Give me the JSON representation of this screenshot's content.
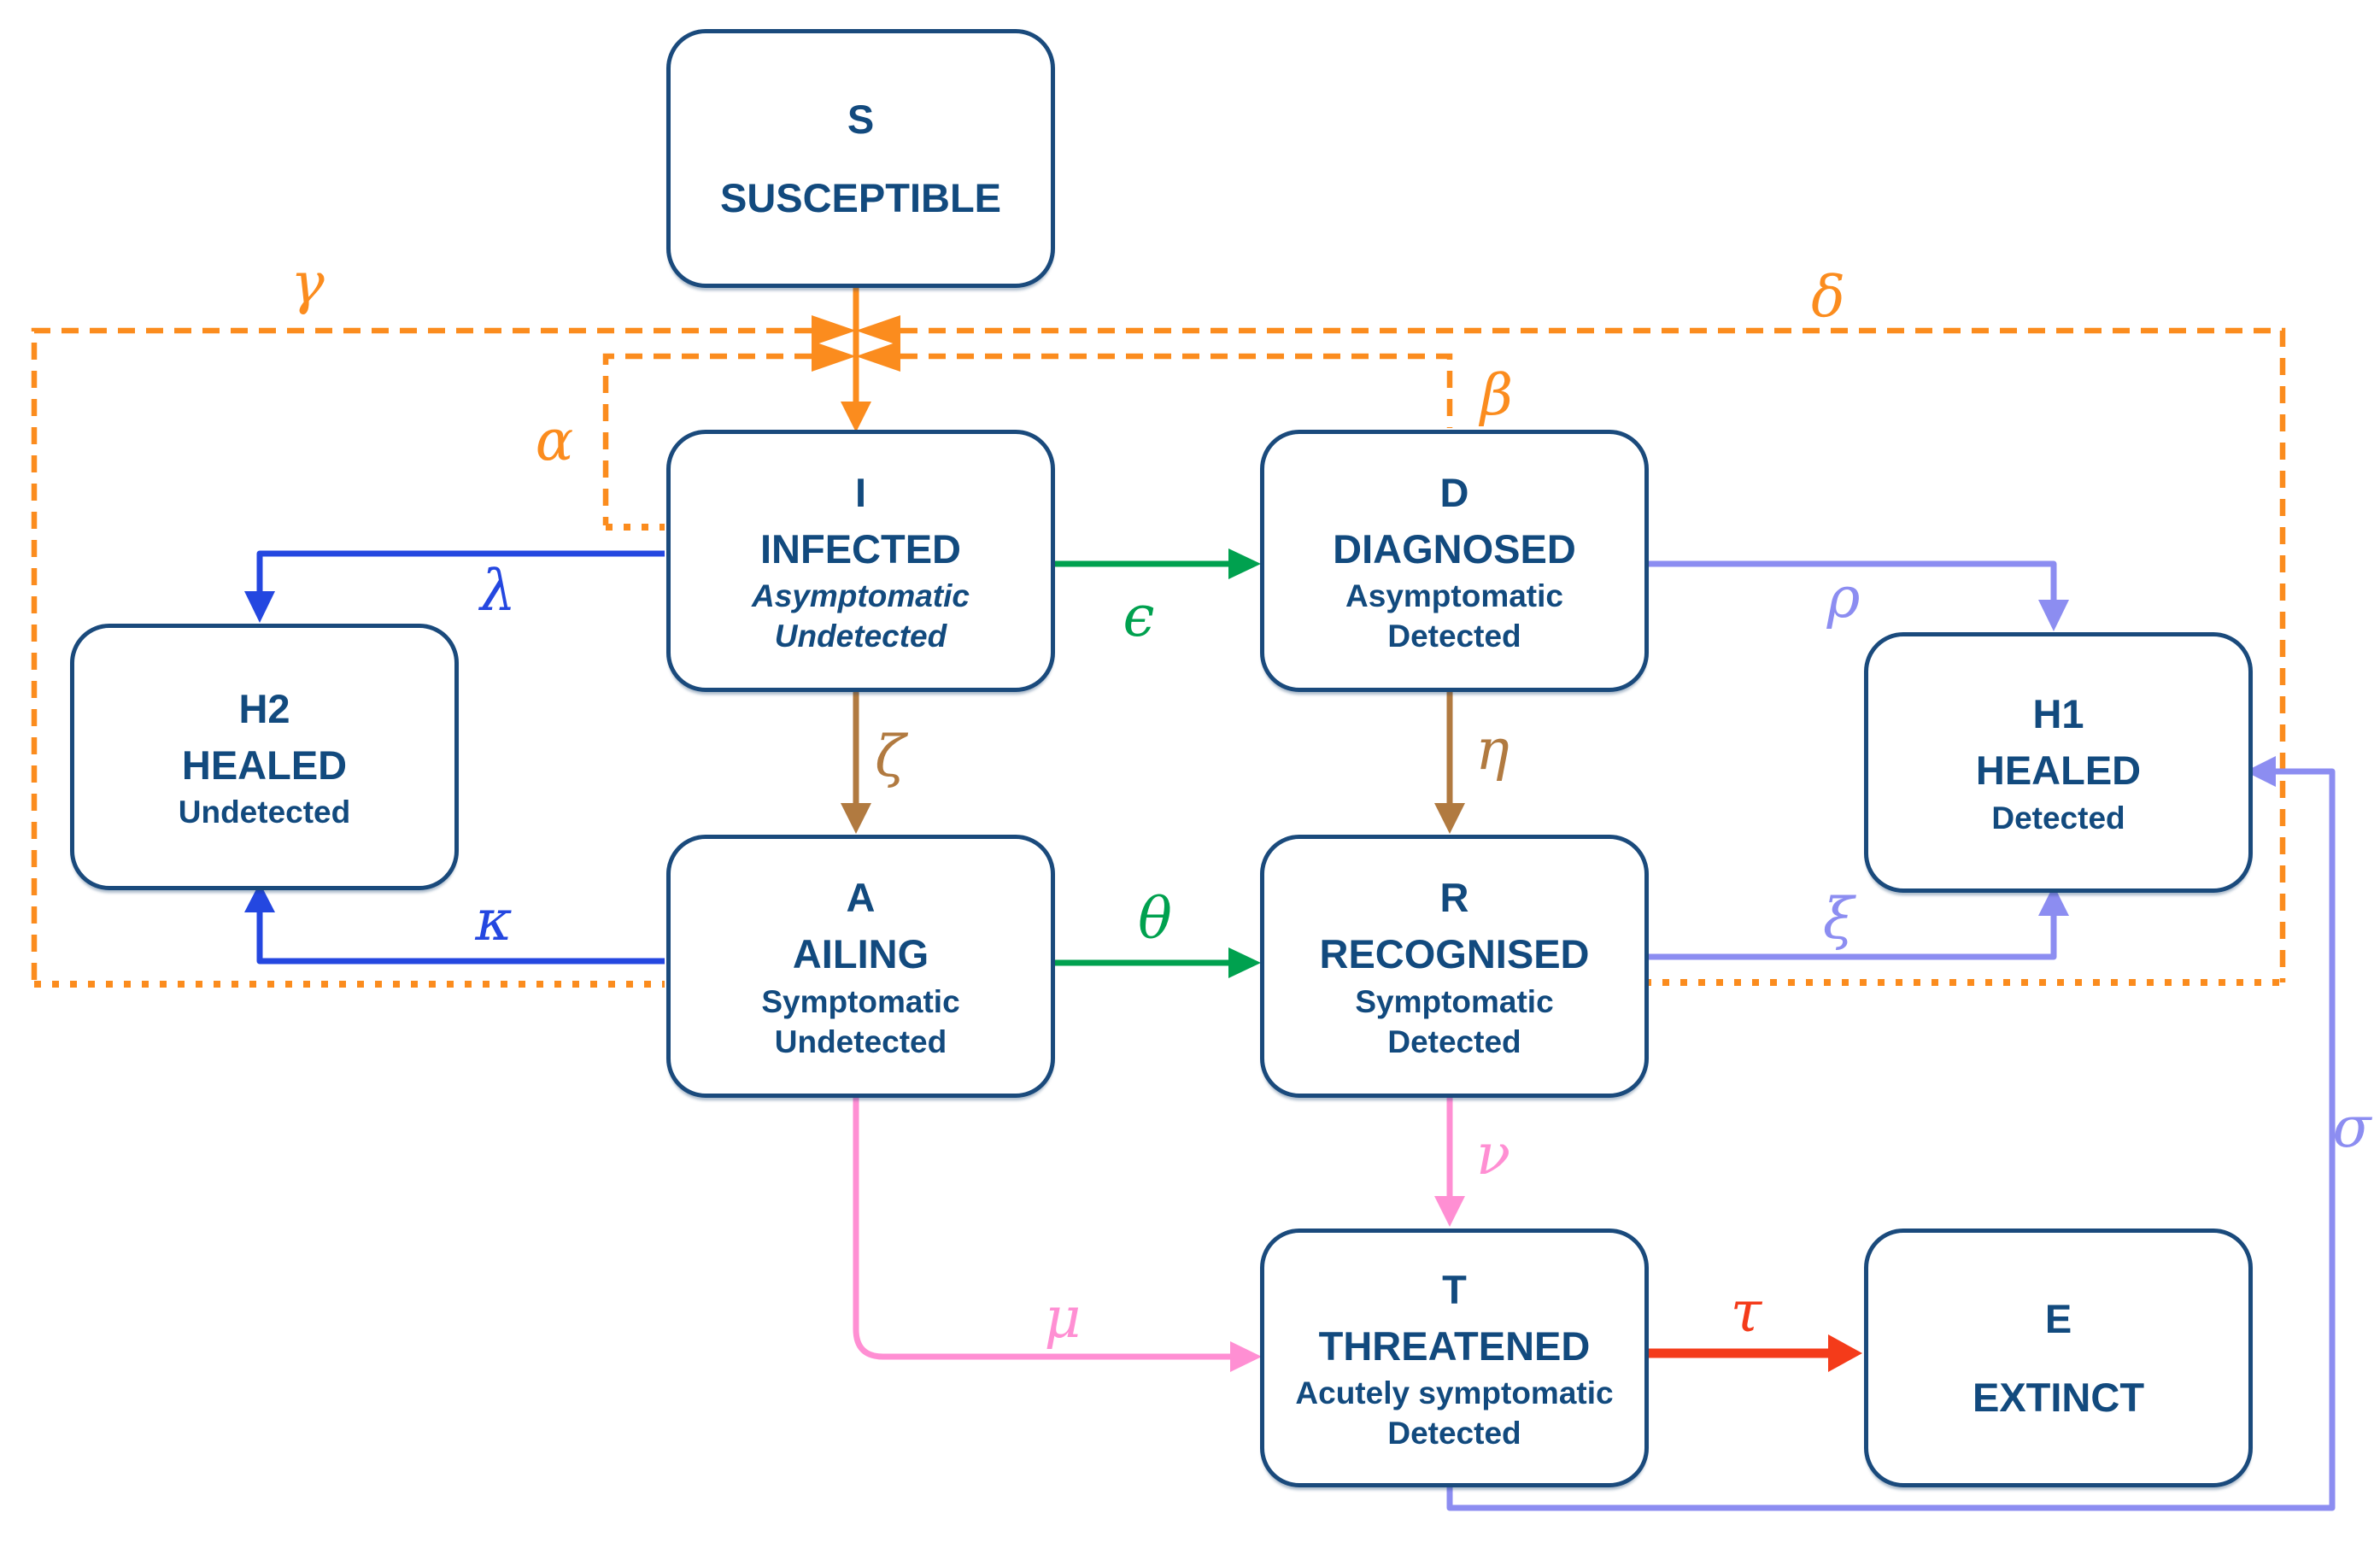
{
  "diagram": {
    "background": "#ffffff",
    "colors": {
      "navy_border": "#1a4a7c",
      "navy_text": "#124a7e",
      "orange": "#fb8c1e",
      "green": "#00a14f",
      "brown": "#b17a40",
      "blue": "#2447e0",
      "periwinkle": "#8c8df1",
      "pink": "#ff8fd3",
      "red": "#f43b1a"
    },
    "nodes": {
      "S": {
        "letter": "S",
        "name": "SUSCEPTIBLE"
      },
      "I": {
        "letter": "I",
        "name": "INFECTED",
        "sub1": "Asymptomatic",
        "sub2": "Undetected"
      },
      "D": {
        "letter": "D",
        "name": "DIAGNOSED",
        "sub1": "Asymptomatic",
        "sub2": "Detected"
      },
      "A": {
        "letter": "A",
        "name": "AILING",
        "sub1": "Symptomatic",
        "sub2": "Undetected"
      },
      "R": {
        "letter": "R",
        "name": "RECOGNISED",
        "sub1": "Symptomatic",
        "sub2": "Detected"
      },
      "T": {
        "letter": "T",
        "name": "THREATENED",
        "sub1": "Acutely symptomatic",
        "sub2": "Detected"
      },
      "H1": {
        "letter": "H1",
        "name": "HEALED",
        "sub1": "Detected"
      },
      "H2": {
        "letter": "H2",
        "name": "HEALED",
        "sub1": "Undetected"
      },
      "E": {
        "letter": "E",
        "name": "EXTINCT"
      }
    },
    "edges": {
      "alpha": {
        "symbol": "α"
      },
      "beta": {
        "symbol": "β"
      },
      "gamma": {
        "symbol": "γ"
      },
      "delta": {
        "symbol": "δ"
      },
      "epsilon": {
        "symbol": "ϵ"
      },
      "zeta": {
        "symbol": "ζ"
      },
      "eta": {
        "symbol": "η"
      },
      "theta": {
        "symbol": "θ"
      },
      "lambda": {
        "symbol": "λ"
      },
      "kappa": {
        "symbol": "κ"
      },
      "mu": {
        "symbol": "μ"
      },
      "nu": {
        "symbol": "ν"
      },
      "xi": {
        "symbol": "ξ"
      },
      "rho": {
        "symbol": "ρ"
      },
      "sigma": {
        "symbol": "σ"
      },
      "tau": {
        "symbol": "τ"
      }
    }
  }
}
